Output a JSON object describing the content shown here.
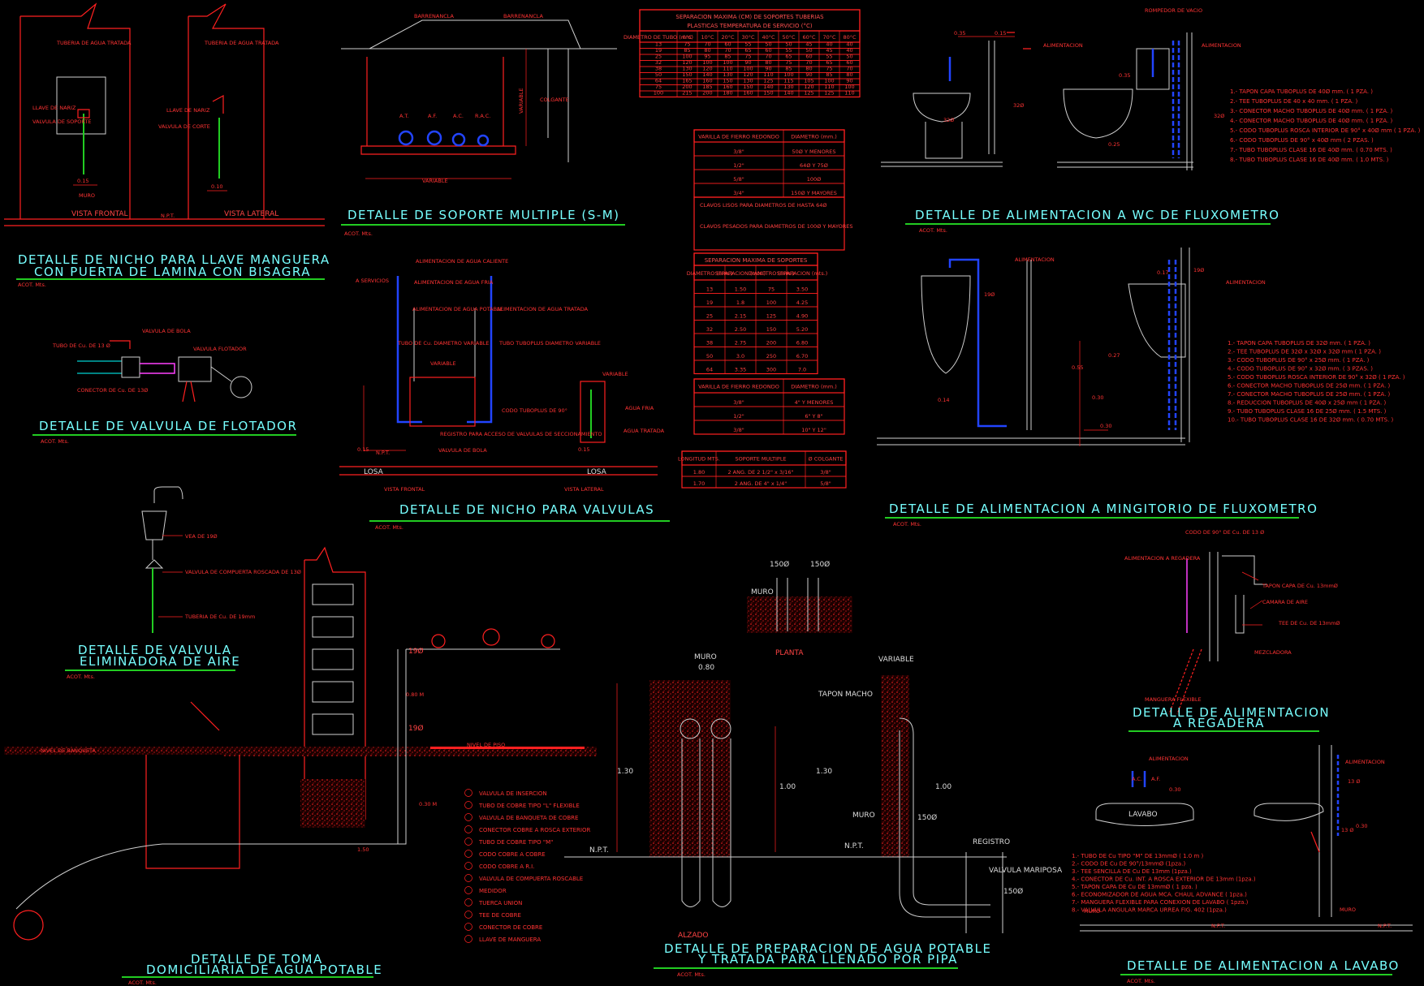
{
  "details": {
    "nicho_llave": {
      "title_1": "DETALLE DE NICHO PARA LLAVE MANGUERA",
      "title_2": "CON PUERTA DE LAMINA CON BISAGRA",
      "acot": "ACOT. Mts.",
      "labels": [
        "TUBERIA DE AGUA TRATADA",
        "TUBERIA DE AGUA TRATADA",
        "LLAVE DE NARIZ",
        "VALVULA DE SOPORTE",
        "LLAVE DE NARIZ",
        "VALVULA DE CORTE",
        "0.15",
        "0.10",
        "MURO",
        "N.P.T."
      ],
      "view_frontal": "VISTA FRONTAL",
      "view_lateral": "VISTA LATERAL"
    },
    "soporte_multiple": {
      "title": "DETALLE DE SOPORTE MULTIPLE (S-M)",
      "acot": "ACOT. Mts.",
      "labels": [
        "BARRENANCLA",
        "BARRENANCLA",
        "VARIABLE",
        "COLGANTE",
        "VARIABLE"
      ],
      "pipes": [
        "A.T.",
        "A.F.",
        "A.C.",
        "R.A.C."
      ]
    },
    "valvula_flotador": {
      "title": "DETALLE DE VALVULA DE FLOTADOR",
      "acot": "ACOT. Mts.",
      "labels": [
        "VALVULA DE BOLA",
        "TUBO DE Cu. DE 13 Ø",
        "VALVULA FLOTADOR",
        "CONECTOR DE Cu. DE 13Ø"
      ]
    },
    "nicho_valvulas": {
      "title": "DETALLE DE NICHO PARA VALVULAS",
      "acot": "ACOT. Mts.",
      "labels": [
        "ALIMENTACION DE AGUA CALIENTE",
        "A SERVICIOS",
        "ALIMENTACION DE AGUA FRIA",
        "ALIMENTACION DE AGUA POTABLE",
        "ALIMENTACION DE AGUA TRATADA",
        "TUBO DE Cu. DIAMETRO VARIABLE",
        "TUBO TUBOPLUS DIAMETRO VARIABLE",
        "VARIABLE",
        "CODO TUBOPLUS DE 90°",
        "REGISTRO PARA ACCESO DE VALVULAS DE SECCIONAMIENTO",
        "VALVULA DE BOLA",
        "N.P.T.",
        "0.15",
        "LOSA",
        "VARIABLE",
        "AGUA FRIA",
        "AGUA TRATADA",
        "0.15",
        "LOSA"
      ],
      "view_frontal": "VISTA FRONTAL",
      "view_lateral": "VISTA LATERAL"
    },
    "valvula_aire": {
      "title_1": "DETALLE DE VALVULA",
      "title_2": "ELIMINADORA DE AIRE",
      "acot": "ACOT. Mts.",
      "labels": [
        "VEA DE 19Ø",
        "VALVULA DE COMPUERTA ROSCADA DE 13Ø",
        "TUBERIA DE Cu. DE 19mm"
      ]
    },
    "toma_domiciliaria": {
      "title_1": "DETALLE DE TOMA",
      "title_2": "DOMICILIARIA DE AGUA POTABLE",
      "acot": "ACOT. Mts.",
      "labels": [
        "NIVEL DE BANQUETA",
        "NIVEL DE PISO",
        "19Ø",
        "19Ø",
        "0.80 M",
        "0.30 M",
        "1.50"
      ],
      "legend": [
        "VALVULA DE INSERCION",
        "TUBO DE COBRE TIPO \"L\" FLEXIBLE",
        "VALVULA DE BANQUETA DE COBRE",
        "CONECTOR COBRE A ROSCA EXTERIOR",
        "TUBO DE COBRE TIPO \"M\"",
        "CODO COBRE A COBRE",
        "CODO COBRE A R.I.",
        "VALVULA DE COMPUERTA ROSCABLE",
        "MEDIDOR",
        "TUERCA UNION",
        "TEE DE COBRE",
        "CONECTOR DE COBRE",
        "LLAVE DE MANGUERA"
      ]
    },
    "preparacion_pipa": {
      "title_1": "DETALLE DE PREPARACION DE AGUA POTABLE",
      "title_2": "Y TRATADA PARA LLENADO POR PIPA",
      "acot": "ACOT. Mts.",
      "labels": [
        "150Ø",
        "150Ø",
        "MURO",
        "PLANTA",
        "MURO",
        "0.80",
        "1.30",
        "1.00",
        "N.P.T.",
        "ALZADO",
        "VARIABLE",
        "TAPON MACHO",
        "1.30",
        "1.00",
        "MURO",
        "150Ø",
        "N.P.T.",
        "REGISTRO",
        "VALVULA MARIPOSA",
        "150Ø"
      ]
    },
    "wc_fluxometro": {
      "title": "DETALLE DE ALIMENTACION A WC DE FLUXOMETRO",
      "acot": "ACOT. Mts.",
      "labels": [
        "ROMPEDOR DE VACIO",
        "0.35",
        "0.15",
        "ALIMENTACION",
        "ALIMENTACION",
        "0.35",
        "0.25",
        "32Ø",
        "32Ø",
        "32Ø"
      ],
      "notes": [
        "1.- TAPON CAPA TUBOPLUS DE 40Ø mm. ( 1 PZA. )",
        "2.- TEE TUBOPLUS DE 40 x 40 mm. ( 1 PZA. )",
        "3.- CONECTOR MACHO TUBOPLUS DE 40Ø mm. ( 1 PZA. )",
        "4.- CONECTOR MACHO TUBOPLUS DE 40Ø mm. ( 1 PZA. )",
        "5.- CODO TUBOPLUS ROSCA INTERIOR DE 90° x 40Ø mm ( 1 PZA. )",
        "6.- CODO TUBOPLUS DE 90° x 40Ø mm ( 2 PZAS. )",
        "7.- TUBO TUBOPLUS CLASE 16 DE 40Ø mm. ( 0.70 MTS. )",
        "8.- TUBO TUBOPLUS CLASE 16 DE 40Ø mm. ( 1.0 MTS. )"
      ]
    },
    "mingitorio": {
      "title": "DETALLE DE ALIMENTACION A MINGITORIO DE FLUXOMETRO",
      "acot": "ACOT. Mts.",
      "labels": [
        "ALIMENTACION",
        "ALIMENTACION",
        "19Ø",
        "0.14",
        "0.17",
        "0.55",
        "0.30",
        "0.27",
        "0.30",
        "19Ø"
      ],
      "notes": [
        "1.- TAPON CAPA TUBOPLUS DE 32Ø mm. ( 1 PZA. )",
        "2.- TEE TUBOPLUS DE 32Ø x 32Ø x 32Ø mm ( 1 PZA. )",
        "3.- CODO TUBOPLUS DE 90° x 25Ø mm. ( 1 PZA. )",
        "4.- CODO TUBOPLUS DE 90° x 32Ø mm. ( 3 PZAS. )",
        "5.- CODO TUBOPLUS ROSCA INTERIOR DE 90° x 32Ø ( 1 PZA. )",
        "6.- CONECTOR MACHO TUBOPLUS DE 25Ø mm. ( 1 PZA. )",
        "7.- CONECTOR MACHO TUBOPLUS DE 25Ø mm. ( 1 PZA. )",
        "8.- REDUCCION TUBOPLUS DE 40Ø x 25Ø mm ( 1 PZA. )",
        "9.- TUBO TUBOPLUS CLASE 16 DE 25Ø mm. ( 1.5 MTS. )",
        "10.- TUBO TUBOPLUS CLASE 16 DE 32Ø mm. ( 0.70 MTS. )"
      ]
    },
    "regadera": {
      "title_1": "DETALLE DE ALIMENTACION",
      "title_2": "A REGADERA",
      "labels": [
        "CODO DE 90° DE Cu. DE 13 Ø",
        "ALIMENTACION A REGADERA",
        "TAPON CAPA DE Cu. 13mmØ",
        "CAMARA DE AIRE",
        "TEE DE Cu. DE 13mmØ",
        "MEZCLADORA",
        "MANGUERA FLEXIBLE"
      ]
    },
    "lavabo": {
      "title": "DETALLE DE ALIMENTACION A LAVABO",
      "acot": "ACOT. Mts.",
      "labels": [
        "ALIMENTACION",
        "ALIMENTACION",
        "13 Ø",
        "0.30",
        "13 Ø",
        "0.30",
        "LAVABO",
        "MURO",
        "N.P.T.",
        "N.P.T.",
        "MURO",
        "A.C.",
        "A.F."
      ],
      "notes": [
        "1.- TUBO DE Cu TIPO \"M\" DE 13mmØ ( 1.0 m )",
        "2.- CODO DE Cu DE 90°/13mmØ (1pza.)",
        "3.- TEE SENCILLA DE Cu DE 13mm (1pza.)",
        "4.- CONECTOR DE Cu. INT. A ROSCA EXTERIOR DE 13mm (1pza.)",
        "5.- TAPON CAPA DE Cu DE 13mmØ ( 1 pza. )",
        "6.- ECONOMIZADOR DE AGUA MCA. CHAUL ADVANCE ( 1pza.)",
        "7.- MANGUERA FLEXIBLE PARA CONEXION DE LAVABO ( 1pza.)",
        "8.- VALVULA ANGULAR MARCA URREA FIG. 402 (1pza.)"
      ]
    }
  },
  "tables": {
    "separacion_temp": {
      "title_1": "SEPARACION MAXIMA (CM) DE SOPORTES TUBERIAS",
      "title_2": "PLASTICAS TEMPERATURA DE SERVICIO (°C)",
      "headers": [
        "DIAMETRO DE TUBO (mm)",
        "0°C",
        "10°C",
        "20°C",
        "30°C",
        "40°C",
        "50°C",
        "60°C",
        "70°C",
        "80°C"
      ],
      "rows": [
        [
          "13",
          "75",
          "70",
          "60",
          "55",
          "50",
          "50",
          "45",
          "40",
          "40"
        ],
        [
          "19",
          "85",
          "80",
          "70",
          "65",
          "60",
          "55",
          "50",
          "45",
          "40"
        ],
        [
          "25",
          "100",
          "95",
          "85",
          "75",
          "70",
          "65",
          "60",
          "55",
          "50"
        ],
        [
          "32",
          "120",
          "100",
          "100",
          "90",
          "80",
          "75",
          "70",
          "65",
          "60"
        ],
        [
          "38",
          "130",
          "120",
          "110",
          "100",
          "90",
          "85",
          "80",
          "75",
          "70"
        ],
        [
          "50",
          "150",
          "140",
          "130",
          "120",
          "110",
          "100",
          "90",
          "85",
          "80"
        ],
        [
          "64",
          "165",
          "160",
          "150",
          "130",
          "125",
          "115",
          "105",
          "100",
          "90"
        ],
        [
          "75",
          "200",
          "185",
          "160",
          "150",
          "140",
          "130",
          "120",
          "110",
          "100"
        ],
        [
          "100",
          "215",
          "200",
          "180",
          "160",
          "150",
          "140",
          "125",
          "125",
          "110"
        ]
      ]
    },
    "varilla": {
      "headers": [
        "VARILLA DE FIERRO REDONDO",
        "DIAMETRO (mm.)"
      ],
      "rows": [
        [
          "3/8\"",
          "50Ø Y MENORES"
        ],
        [
          "1/2\"",
          "64Ø Y 75Ø"
        ],
        [
          "5/8\"",
          "100Ø"
        ],
        [
          "3/4\"",
          "150Ø Y MAYORES"
        ]
      ],
      "notes": [
        "CLAVOS LISOS PARA DIAMETROS DE HASTA 64Ø",
        "CLAVOS PESADOS PARA DIAMETROS DE 100Ø Y MAYORES"
      ]
    },
    "separacion_soportes": {
      "title": "SEPARACION MAXIMA DE SOPORTES",
      "headers": [
        "DIAMETRO (mm.)",
        "SEPARACION (mts.)",
        "DIAMETRO (mm.)",
        "SEPARACION (mts.)"
      ],
      "rows": [
        [
          "13",
          "1.50",
          "75",
          "3.50"
        ],
        [
          "19",
          "1.8",
          "100",
          "4.25"
        ],
        [
          "25",
          "2.15",
          "125",
          "4.90"
        ],
        [
          "32",
          "2.50",
          "150",
          "5.20"
        ],
        [
          "38",
          "2.75",
          "200",
          "6.80"
        ],
        [
          "50",
          "3.0",
          "250",
          "6.70"
        ],
        [
          "64",
          "3.35",
          "300",
          "7.0"
        ]
      ]
    },
    "varilla_2": {
      "headers": [
        "VARILLA DE FIERRO REDONDO",
        "DIAMETRO (mm.)"
      ],
      "rows": [
        [
          "3/8\"",
          "4\" Y MENORES"
        ],
        [
          "1/2\"",
          "6\" Y 8\""
        ],
        [
          "3/8\"",
          "10\" Y 12\""
        ]
      ]
    },
    "soporte_multiple": {
      "headers": [
        "LONGITUD MTS.",
        "SOPORTE MULTIPLE",
        "Ø COLGANTE"
      ],
      "rows": [
        [
          "1.80",
          "2 ANG. DE 2 1/2\" x 3/16\"",
          "3/8\""
        ],
        [
          "1.70",
          "2 ANG. DE 4\" x 1/4\"",
          "5/8\""
        ]
      ]
    }
  }
}
